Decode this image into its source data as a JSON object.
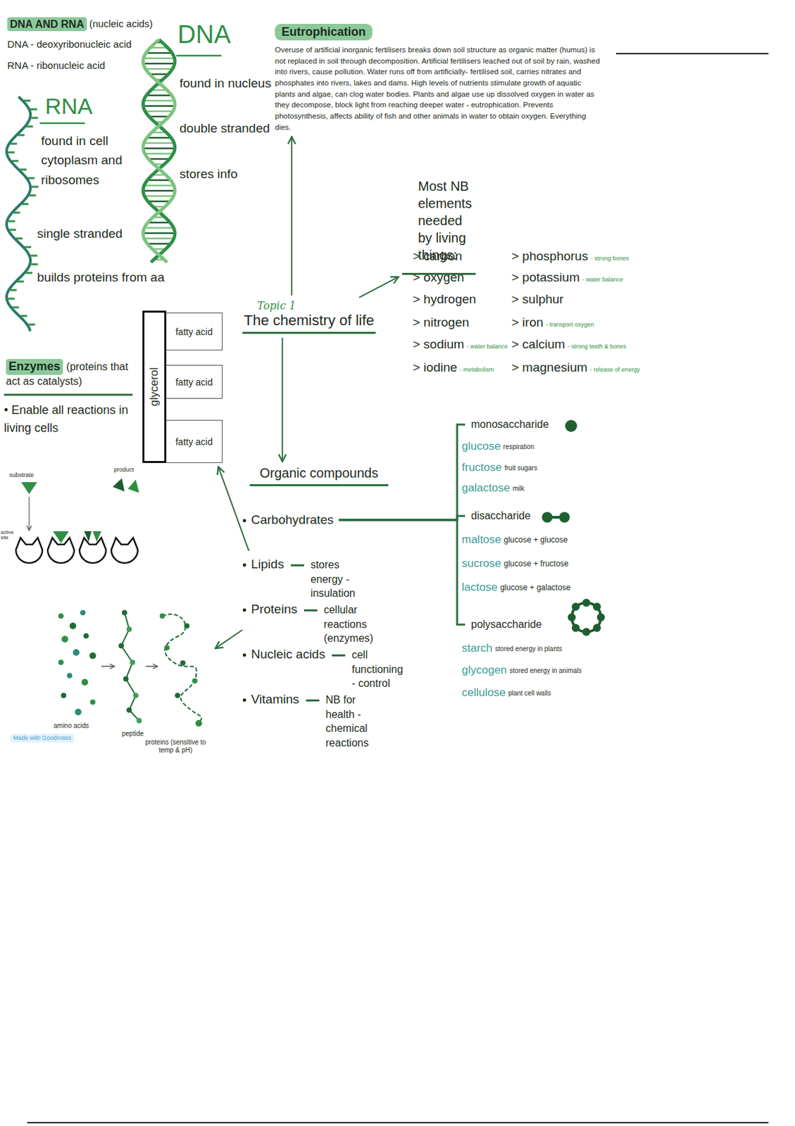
{
  "diagram": {
    "nodes": [
      {
        "text": [
          "Topic 1",
          "The chemistry of life"
        ]
      },
      {
        "text": [
          "Eutrophication",
          "Overuse of artificial inorganic fertilisers breaks down soil structure as organic matter (humus) is not replaced in soil through decomposition. Artificial fertilisers leached out of soil by rain, washed into rivers, cause pollution. Water runs off from artificially- fertilised soil, carries nitrates and phosphates into rivers, lakes and dams. High levels of nutrients stimulate growth of aquatic plants and algae, can clog water bodies. Plants and algae use up dissolved oxygen in water as they decompose, block light from reaching deeper water - eutrophication. Prevents photosynthesis, affects ability of fish and other animals in water to obtain oxygen. Everything dies."
        ]
      },
      {
        "text": [
          "Most NB elements needed by living things:"
        ]
      },
      {
        "text": [
          "Organic compounds"
        ]
      },
      {
        "text": [
          "Carbohydrates"
        ]
      },
      {
        "text": [
          "Lipids",
          "stores energy - insulation"
        ]
      },
      {
        "text": [
          "Proteins",
          "cellular reactions (enzymes)"
        ]
      },
      {
        "text": [
          "Nucleic acids",
          "cell functioning - control"
        ]
      },
      {
        "text": [
          "Vitamins",
          "NB for health - chemical reactions"
        ]
      },
      {
        "text": [
          "monosaccharide"
        ]
      },
      {
        "text": [
          "disaccharide"
        ]
      },
      {
        "text": [
          "polysaccharide"
        ]
      },
      {
        "text": [
          "glycerol"
        ]
      },
      {
        "text": [
          "fatty acid"
        ]
      },
      {
        "text": [
          "fatty acid"
        ]
      },
      {
        "text": [
          "fatty acid"
        ]
      },
      {
        "text": [
          "amino acids",
          "peptide",
          "proteins (sensitive to temp & pH)"
        ]
      }
    ],
    "edges": [
      {
        "from": 0,
        "to": 1,
        "arrow": "to"
      },
      {
        "from": 0,
        "to": 2,
        "arrow": "to"
      },
      {
        "from": 0,
        "to": 3,
        "arrow": "to"
      },
      {
        "from": 4,
        "to": 9,
        "arrow": "none"
      },
      {
        "from": 4,
        "to": 10,
        "arrow": "none"
      },
      {
        "from": 4,
        "to": 11,
        "arrow": "none"
      },
      {
        "from": 5,
        "to": 15,
        "arrow": "to"
      },
      {
        "from": 6,
        "to": 16,
        "arrow": "to"
      }
    ],
    "labels": [
      "DNA AND RNA",
      "(nucleic acids)",
      "DNA - deoxyribonucleic acid",
      "RNA - ribonucleic acid",
      "RNA",
      "found in cell cytoplasm and ribosomes",
      "single stranded",
      "builds proteins from aa",
      "DNA",
      "found in nucleus",
      "double stranded",
      "stores info",
      "> carbon",
      "> oxygen",
      "> hydrogen",
      "> nitrogen",
      "> sodium",
      "- water balance",
      "> iodine",
      "- metabolism",
      "> phosphorus",
      "- strong bones",
      "> potassium",
      "- water balance",
      "> sulphur",
      "> iron",
      "- transport oxygen",
      "> calcium",
      "- strong teeth & bones",
      "> magnesium",
      "- release of energy",
      "glucose",
      "respiration",
      "fructose",
      "fruit sugars",
      "galactose",
      "milk",
      "maltose",
      "glucose + glucose",
      "sucrose",
      "glucose + fructose",
      "lactose",
      "glucose + galactose",
      "starch",
      "stored energy in plants",
      "glycogen",
      "stored energy in animals",
      "cellulose",
      "plant cell walls",
      "substrate",
      "active site",
      "product",
      "Enzymes",
      "(proteins that act as catalysts)",
      "• Enable all reactions in living cells",
      "Made with Goodnotes"
    ]
  }
}
